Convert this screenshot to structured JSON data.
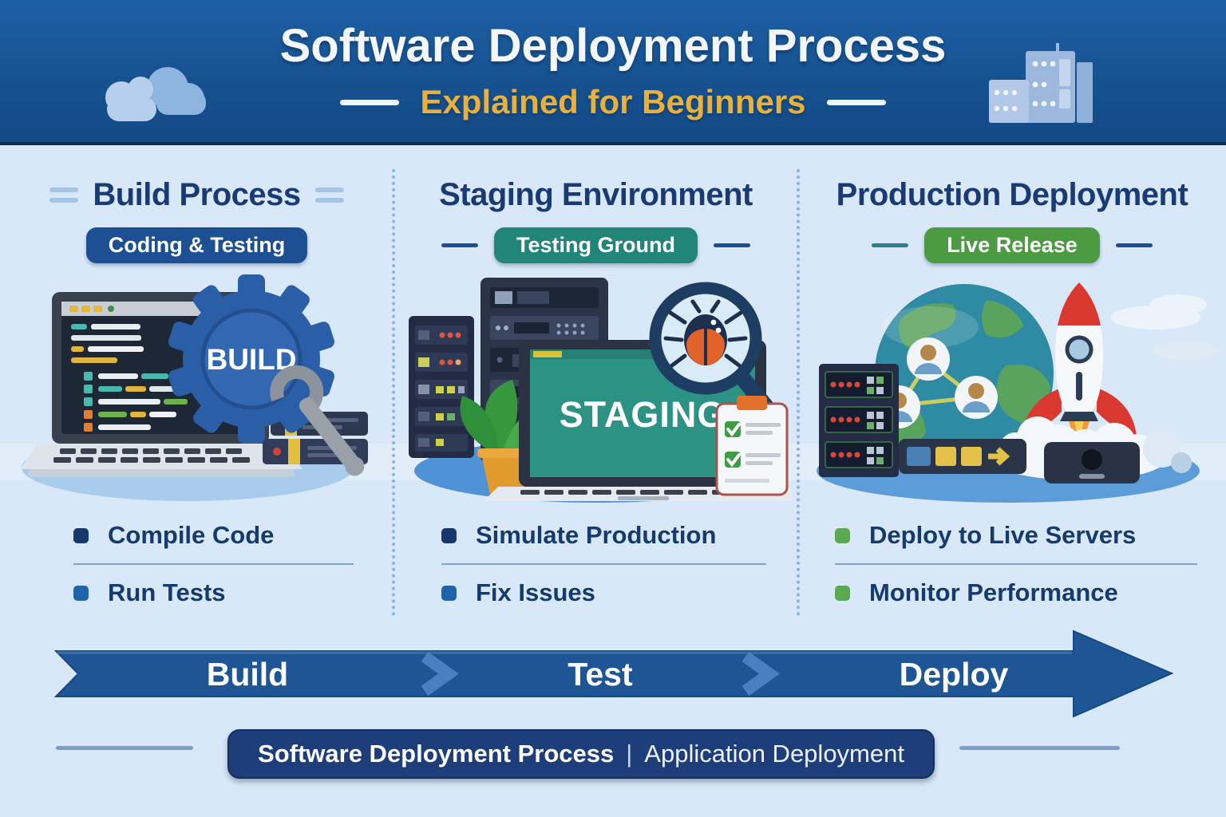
{
  "header": {
    "title": "Software Deployment Process",
    "subtitle": "Explained for Beginners",
    "bg_color": "#16518f",
    "title_color": "#f3f7fc",
    "subtitle_color": "#e9b13b"
  },
  "columns": [
    {
      "title": "Build Process",
      "badge": {
        "label": "Coding & Testing",
        "color": "#1c4f93"
      },
      "art_label": "BUILD",
      "bullets": [
        {
          "label": "Compile Code",
          "bullet_color": "#16386d"
        },
        {
          "label": "Run Tests",
          "bullet_color": "#1f63a8"
        }
      ]
    },
    {
      "title": "Staging Environment",
      "badge": {
        "label": "Testing Ground",
        "color": "#21857a"
      },
      "art_label": "STAGING",
      "bullets": [
        {
          "label": "Simulate Production",
          "bullet_color": "#16386d"
        },
        {
          "label": "Fix Issues",
          "bullet_color": "#1f63a8"
        }
      ]
    },
    {
      "title": "Production Deployment",
      "badge": {
        "label": "Live Release",
        "color": "#4c9b42"
      },
      "bullets": [
        {
          "label": "Deploy to Live Servers",
          "bullet_color": "#5aa852"
        },
        {
          "label": "Monitor Performance",
          "bullet_color": "#5aa852"
        }
      ]
    }
  ],
  "flow_arrow": {
    "steps": [
      "Build",
      "Test",
      "Deploy"
    ],
    "color": "#1e5695",
    "chevron_color": "#4a80c2"
  },
  "footer": {
    "title": "Software Deployment Process",
    "separator": "|",
    "subtitle": "Application Deployment",
    "color": "#1d3e7b"
  }
}
